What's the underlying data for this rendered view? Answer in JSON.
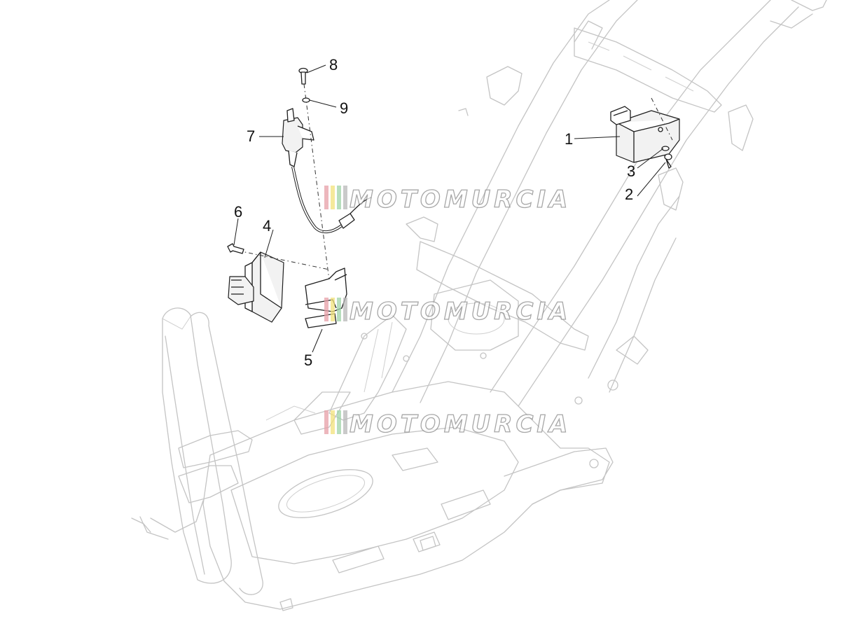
{
  "watermark": {
    "text": "MOTOMURCIA",
    "stripe_colors": [
      "#e8a0a8",
      "#f2e27a",
      "#9fd4a8",
      "#8a8a8a"
    ]
  },
  "callouts": {
    "c1": "1",
    "c2": "2",
    "c3": "3",
    "c4": "4",
    "c5": "5",
    "c6": "6",
    "c7": "7",
    "c8": "8",
    "c9": "9"
  }
}
